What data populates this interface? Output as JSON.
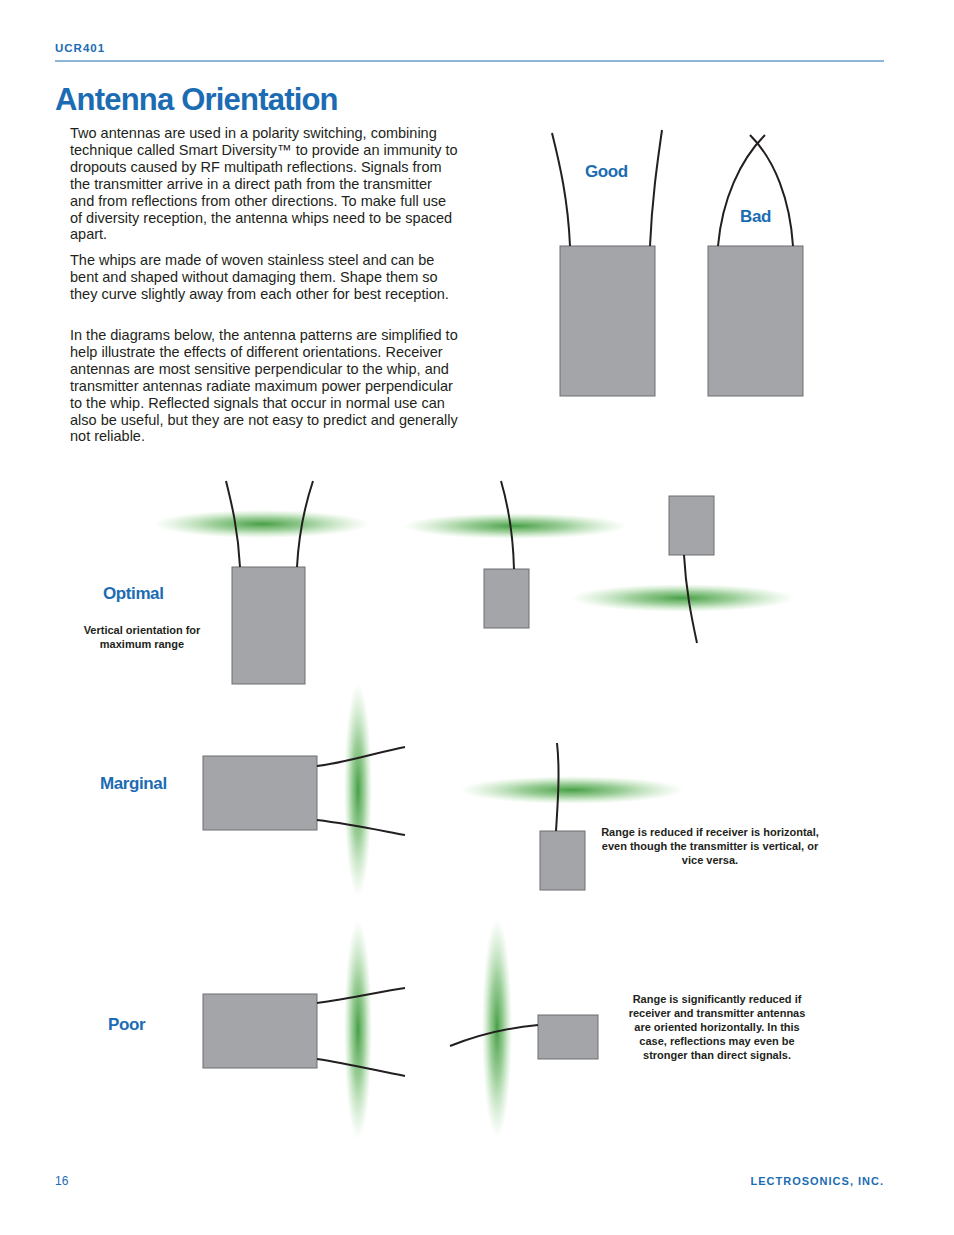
{
  "diagram": {
    "title": "Antenna Orientation",
    "labels": [
      "UCR401",
      "Two antennas are used in a polarity switching, combining technique called Smart Diversity™ to provide an immunity to dropouts caused by RF multipath reflections. Signals from the transmitter arrive in a direct path from the transmitter and from reflections from other directions. To make full use of diversity reception, the antenna whips need to be spaced apart.",
      "The whips are made of woven stainless steel and can be bent and shaped without damaging them. Shape them so they curve slightly away from each other for best reception.",
      "In the diagrams below, the antenna patterns are simplified to help illustrate the effects of different orientations. Receiver antennas are most sensitive perpendicular to the whip, and transmitter antennas radiate maximum power perpendicular to the whip. Reflected signals that occur in normal use can also be useful, but they are not easy to predict and generally not reliable.",
      "Good",
      "Bad",
      "Optimal",
      "Vertical orientation for maximum range",
      "Marginal",
      "Range is reduced if receiver is horizontal, even though the transmitter is vertical, or vice versa.",
      "Poor",
      "Range is significantly reduced if receiver and transmitter antennas are oriented horizontally. In this case, reflections may even be stronger than direct signals.",
      "16",
      "LECTROSONICS, INC."
    ]
  }
}
